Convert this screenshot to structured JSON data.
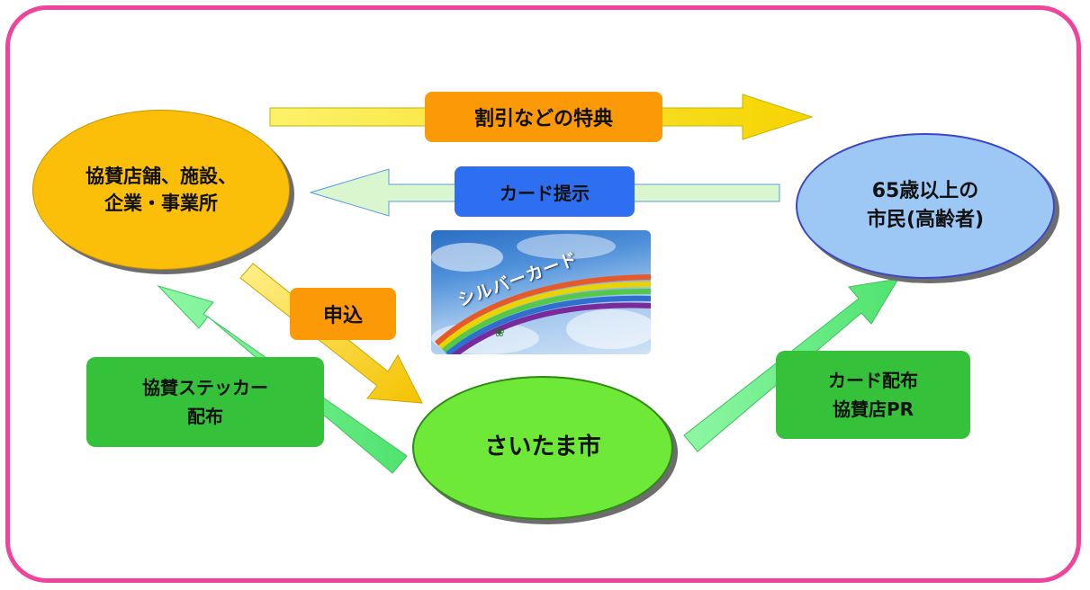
{
  "nodes": {
    "stores": "協賛店舗、施設、\n企業・事業所",
    "seniors": "65歳以上の\n市民(高齢者)",
    "city": "さいたま市"
  },
  "labels": {
    "benefits": "割引などの特典",
    "card_present": "カード提示",
    "apply": "申込",
    "sticker": "協賛ステッカー\n配布",
    "card_pr": "カード配布\n協賛店PR"
  },
  "card": {
    "title": "シルバーカード"
  },
  "colors": {
    "frame": "#f0449c",
    "orange_ellipse": "#fbbf09",
    "blue_ellipse": "#9dc8f6",
    "green_ellipse": "#6ee938",
    "orange_label": "#fb9a06",
    "blue_label": "#2e6ef0",
    "green_label": "#35c13a",
    "yellow_arrow": "#fdf100",
    "light_blue_arrow": "#d9f6ce",
    "green_arrow": "#6ff08c"
  }
}
